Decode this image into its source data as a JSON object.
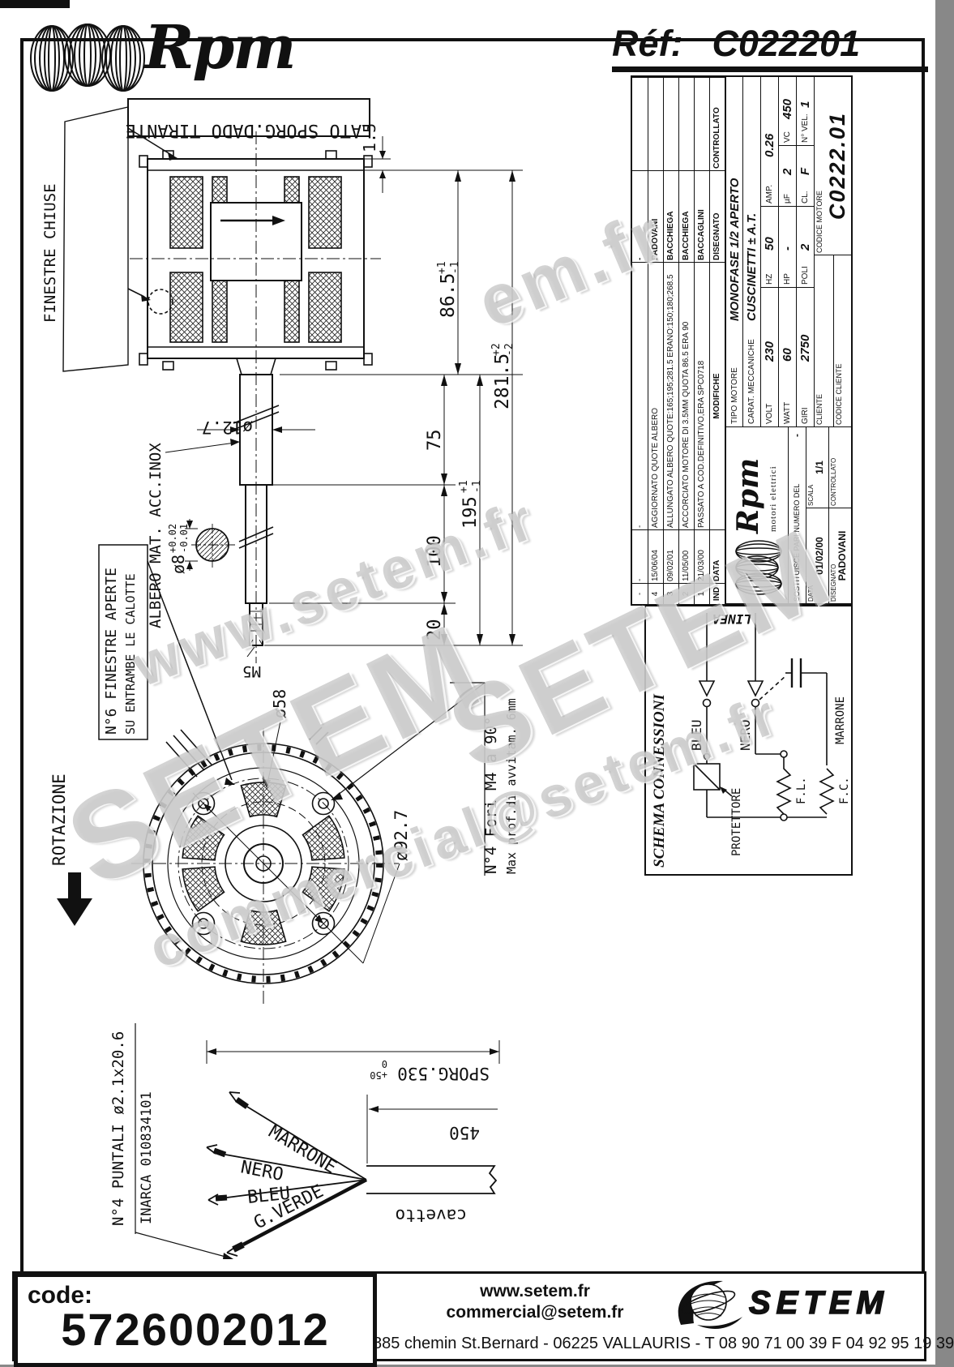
{
  "page": {
    "ref_label": "Réf:",
    "ref_value": "C022201"
  },
  "brand": {
    "name": "Rpm",
    "tagline": "motori elettrici"
  },
  "drawing": {
    "callout_top": "LATO SPORG.DADO TIRANTE",
    "finestre_chiuse": "FINESTRE CHIUSE",
    "finestre_aperte_line1": "N°6 FINESTRE APERTE",
    "finestre_aperte_line2": "SU ENTRAMBE LE CALOTTE",
    "albero": "ALBERO MAT. ACC.INOX",
    "rotazione": "ROTAZIONE",
    "fori": "N°4 Fori M4 a 90°",
    "fori_prof": "Max prof.di avvitam. 6mm",
    "dims": {
      "plate": "1.5",
      "stack": "86.5",
      "stack_tol_p": "+1",
      "stack_tol_m": "-1",
      "total": "281.5",
      "total_tol_p": "+2",
      "total_tol_m": "-2",
      "shaft1": "75",
      "shaft2": "100",
      "tip": "20",
      "len195": "195",
      "len195_tol_p": "+1",
      "len195_tol_m": "-1",
      "d12": "ø12.7",
      "d8": "ø8",
      "d8_tol_p": "+0.02",
      "d8_tol_m": "-0.01",
      "m5": "M5",
      "d58": "ø58",
      "d92": "ø92.7",
      "sporg": "SPORG.530",
      "sporg_tol_p": "+50",
      "sporg_tol_m": "0",
      "len450": "450"
    },
    "cable": {
      "cavetto": "cavetto",
      "puntali": "N°4 PUNTALI ø2.1x20.6",
      "inarca": "INARCA 010834101",
      "wire1": "MARRONE",
      "wire2": "NERO",
      "wire3": "BLEU",
      "wire4": "G.VERDE"
    }
  },
  "title_block": {
    "revisions": [
      {
        "ind": "-",
        "date": "-",
        "desc": "-",
        "by": "-"
      },
      {
        "ind": "4",
        "date": "15/06/04",
        "desc": "AGGIORNATO QUOTE ALBERO",
        "by": "PADOVANI"
      },
      {
        "ind": "3",
        "date": "09/02/01",
        "desc": "ALLUNGATO ALBERO QUOTE:165;195;281.5 ERANO:150;180;268.5",
        "by": "BACCHIEGA"
      },
      {
        "ind": "2",
        "date": "11/05/00",
        "desc": "ACCORCIATO MOTORE DI 3.5MM QUOTA 86.5 ERA 90",
        "by": "BACCHIEGA"
      },
      {
        "ind": "1",
        "date": "21/03/00",
        "desc": "PASSATO A COD.DEFINITIVO,ERA SPC0718",
        "by": "BACCAGLINI"
      }
    ],
    "headers": {
      "ind": "IND",
      "data": "DATA",
      "modifiche": "MODIFICHE",
      "disegnato": "DISEGNATO",
      "controllato": "CONTROLLATO"
    },
    "tipo_motore_label": "TIPO MOTORE",
    "tipo_motore": "MONOFASE 1/2 APERTO",
    "carat_label": "CARAT. MECCANICHE",
    "carat": "CUSCINETTI ± A.T.",
    "specs": {
      "volt_label": "VOLT",
      "volt": "230",
      "hz_label": "HZ",
      "hz": "50",
      "amp_label": "AMP.",
      "amp": "0.26",
      "watt_label": "WATT",
      "watt": "60",
      "hp_label": "HP",
      "hp": "-",
      "uf_label": "µF",
      "uf": "2",
      "vc_label": "VC",
      "vc": "450",
      "giri_label": "GIRI",
      "giri": "2750",
      "poli_label": "POLI",
      "poli": "2",
      "cl_label": "CL.",
      "cl": "F",
      "nvel_label": "N° VEL.",
      "nvel": "1"
    },
    "cliente_label": "CLIENTE",
    "codice_motore_label": "CODICE MOTORE",
    "codice_motore": "C0222.01",
    "codice_cliente_label": "CODICE CLIENTE",
    "sostituisce_label": "SOSTITUISCE PARI NUMERO DEL",
    "sostituisce": "-",
    "scala_label": "SCALA",
    "scala": "1/1",
    "data_label": "DATA",
    "data": "01/02/00",
    "disegnato": "PADOVANI"
  },
  "schema": {
    "title": "SCHEMA CONNESSIONI",
    "linea": "LINEA",
    "bleu": "BLEU",
    "nero": "NERO",
    "protettore": "PROTETTORE",
    "marrone": "MARRONE",
    "fl": "F.L.",
    "fc": "F.C."
  },
  "footer": {
    "code_label": "code:",
    "code": "5726002012",
    "site": "www.setem.fr",
    "email": "commercial@setem.fr",
    "brand": "SETEM",
    "address": "885 chemin St.Bernard  -  06225 VALLAURIS  -  T 08 90 71 00 39   F 04 92 95 19 39"
  },
  "watermarks": [
    "www.setem.fr",
    "em.fr",
    "SETEM",
    "SETEM",
    "commercial@setem.fr"
  ]
}
